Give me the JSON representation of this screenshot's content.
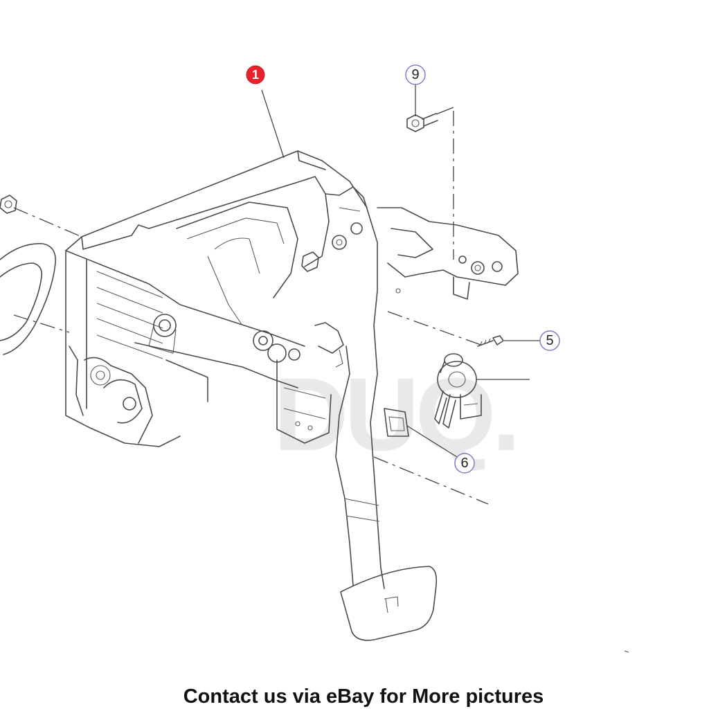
{
  "callouts": [
    {
      "id": "callout-1",
      "number": "1",
      "highlighted": true
    },
    {
      "id": "callout-9",
      "number": "9",
      "highlighted": false
    },
    {
      "id": "callout-5",
      "number": "5",
      "highlighted": false
    },
    {
      "id": "callout-6",
      "number": "6",
      "highlighted": false
    }
  ],
  "watermark": "DUQ.",
  "caption": "Contact us via eBay for More pictures",
  "colors": {
    "highlight": "#e8232f",
    "callout_ring": "#7c7cc8",
    "line": "#4a4a4a"
  }
}
